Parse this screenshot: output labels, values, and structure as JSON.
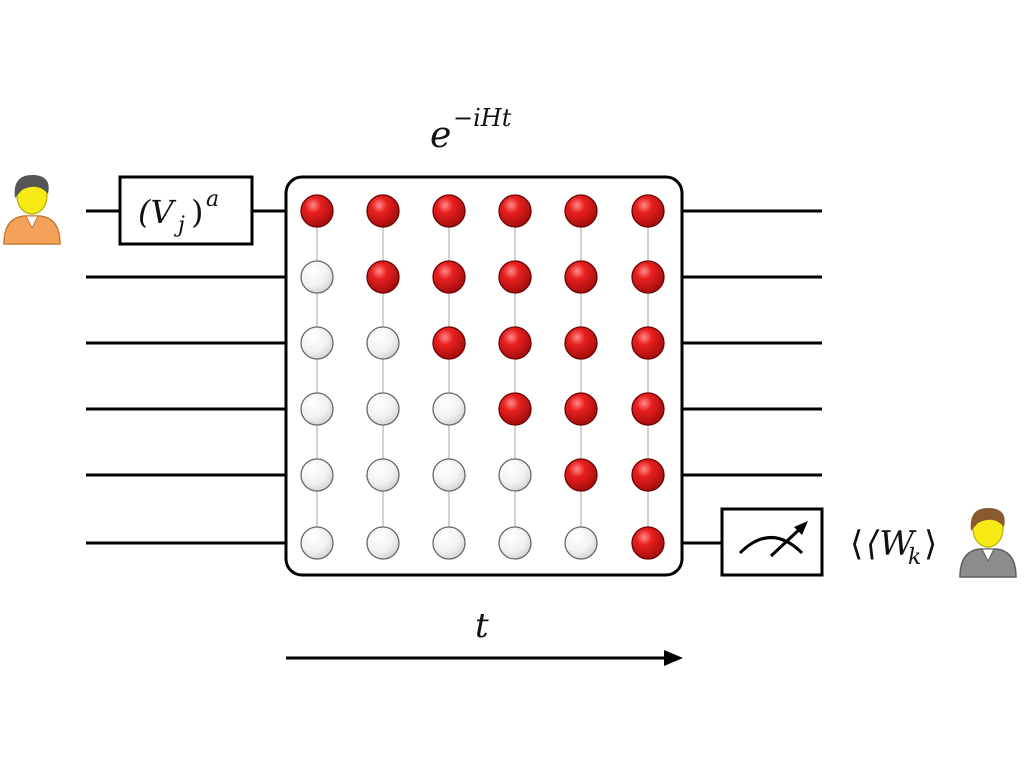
{
  "diagram": {
    "operator_label": "e",
    "operator_exponent": "−iHt",
    "input_gate": {
      "base": "(V",
      "sub": "j",
      "close": ")",
      "sup": "a"
    },
    "observable": {
      "open": "⟨W",
      "sub": "k",
      "close": "⟩"
    },
    "time_label": "t",
    "icons": {
      "sender": "person-icon",
      "receiver": "person-icon",
      "meter": "meter-icon"
    },
    "colors": {
      "excited": "#e01c1c",
      "ground": "#f2f2f2",
      "wire": "#000000",
      "sender_shirt": "#f4a25a",
      "receiver_shirt": "#8c8c8c",
      "face": "#f7ea14"
    },
    "grid": {
      "rows": 6,
      "columns": 6,
      "excited": [
        [
          1,
          1,
          1,
          1,
          1,
          1
        ],
        [
          0,
          1,
          1,
          1,
          1,
          1
        ],
        [
          0,
          0,
          1,
          1,
          1,
          1
        ],
        [
          0,
          0,
          0,
          1,
          1,
          1
        ],
        [
          0,
          0,
          0,
          0,
          1,
          1
        ],
        [
          0,
          0,
          0,
          0,
          0,
          1
        ]
      ]
    }
  }
}
